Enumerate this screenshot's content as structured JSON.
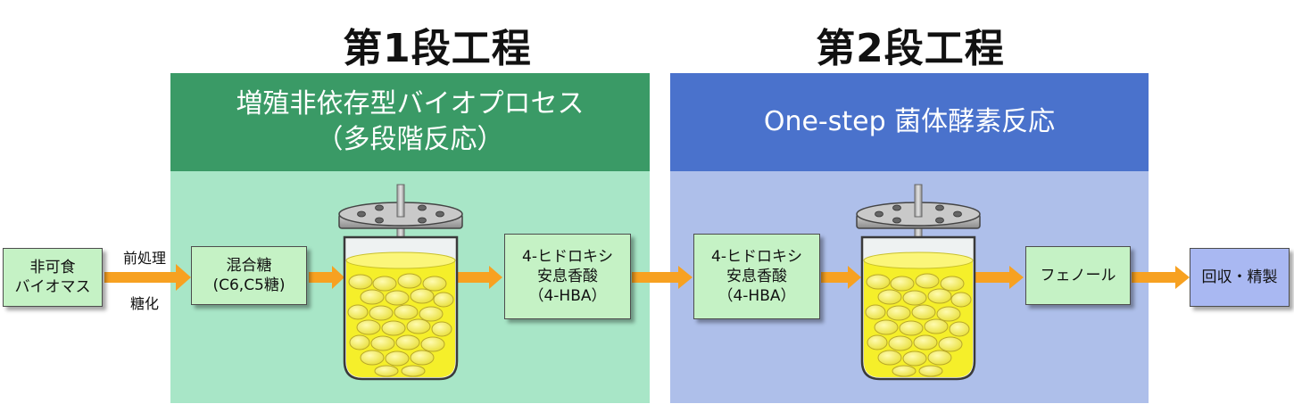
{
  "stage1": {
    "title": "第1段工程",
    "header_line1": "増殖非依存型バイオプロセス",
    "header_line2": "（多段階反応）",
    "header_color": "#3a9a66",
    "body_color": "#a8e6c7"
  },
  "stage2": {
    "title": "第2段工程",
    "header": "One-step 菌体酵素反応",
    "header_color": "#4a72cc",
    "body_color": "#aebfea"
  },
  "boxes": {
    "inedible": [
      "非可食",
      "バイオマス"
    ],
    "mixed_sugar": [
      "混合糖",
      "(C6,C5糖)"
    ],
    "hba_1": [
      "4-ヒドロキシ",
      "安息香酸",
      "（4-HBA）"
    ],
    "hba_2": [
      "4-ヒドロキシ",
      "安息香酸",
      "（4-HBA）"
    ],
    "phenol": [
      "フェノール"
    ],
    "recovery": [
      "回収・精製"
    ]
  },
  "labels": {
    "pretreatment": "前処理",
    "saccharification": "糖化"
  },
  "colors": {
    "arrow": "#f7a121",
    "reactor_liquid": "#f5ef2a",
    "bead": "#f2ee6a"
  }
}
